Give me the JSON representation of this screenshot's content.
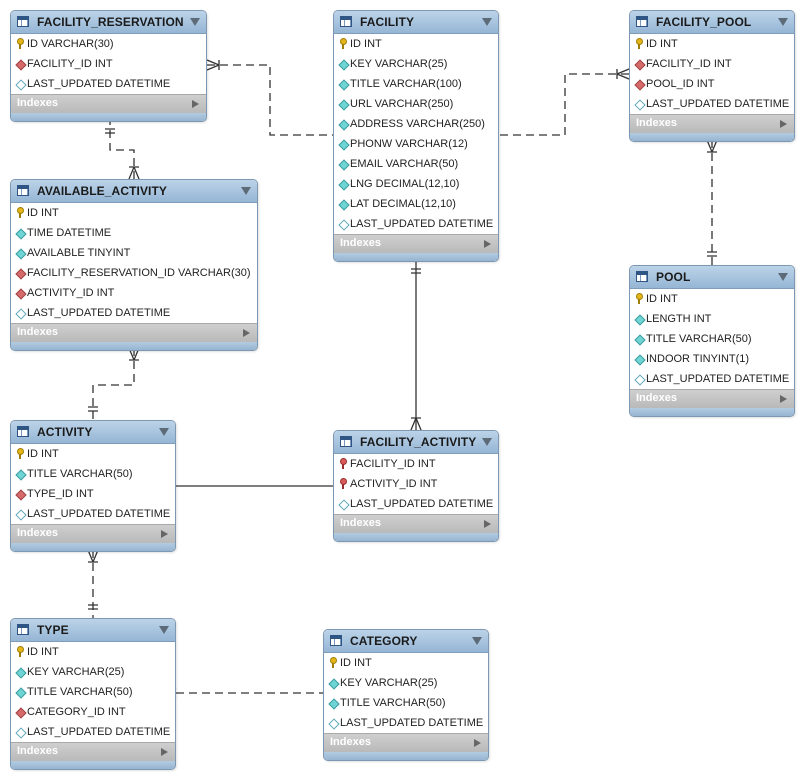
{
  "tables": [
    {
      "id": "facility_reservation",
      "title": "FACILITY_RESERVATION",
      "indexes_label": "Indexes",
      "columns": [
        {
          "label": "ID VARCHAR(30)",
          "icon": "pk"
        },
        {
          "label": "FACILITY_ID INT",
          "icon": "fk"
        },
        {
          "label": "LAST_UPDATED DATETIME",
          "icon": "col"
        }
      ]
    },
    {
      "id": "facility",
      "title": "FACILITY",
      "indexes_label": "Indexes",
      "columns": [
        {
          "label": "ID INT",
          "icon": "pk"
        },
        {
          "label": "KEY VARCHAR(25)",
          "icon": "nn"
        },
        {
          "label": "TITLE VARCHAR(100)",
          "icon": "nn"
        },
        {
          "label": "URL VARCHAR(250)",
          "icon": "nn"
        },
        {
          "label": "ADDRESS VARCHAR(250)",
          "icon": "nn"
        },
        {
          "label": "PHONW VARCHAR(12)",
          "icon": "nn"
        },
        {
          "label": "EMAIL VARCHAR(50)",
          "icon": "nn"
        },
        {
          "label": "LNG DECIMAL(12,10)",
          "icon": "nn"
        },
        {
          "label": "LAT DECIMAL(12,10)",
          "icon": "nn"
        },
        {
          "label": "LAST_UPDATED DATETIME",
          "icon": "col"
        }
      ]
    },
    {
      "id": "facility_pool",
      "title": "FACILITY_POOL",
      "indexes_label": "Indexes",
      "columns": [
        {
          "label": "ID INT",
          "icon": "pk"
        },
        {
          "label": "FACILITY_ID INT",
          "icon": "fk"
        },
        {
          "label": "POOL_ID INT",
          "icon": "fk"
        },
        {
          "label": "LAST_UPDATED DATETIME",
          "icon": "col"
        }
      ]
    },
    {
      "id": "available_activity",
      "title": "AVAILABLE_ACTIVITY",
      "indexes_label": "Indexes",
      "columns": [
        {
          "label": "ID INT",
          "icon": "pk"
        },
        {
          "label": "TIME DATETIME",
          "icon": "nn"
        },
        {
          "label": "AVAILABLE TINYINT",
          "icon": "nn"
        },
        {
          "label": "FACILITY_RESERVATION_ID VARCHAR(30)",
          "icon": "fk"
        },
        {
          "label": "ACTIVITY_ID INT",
          "icon": "fk"
        },
        {
          "label": "LAST_UPDATED DATETIME",
          "icon": "col"
        }
      ]
    },
    {
      "id": "pool",
      "title": "POOL",
      "indexes_label": "Indexes",
      "columns": [
        {
          "label": "ID INT",
          "icon": "pk"
        },
        {
          "label": "LENGTH INT",
          "icon": "nn"
        },
        {
          "label": "TITLE VARCHAR(50)",
          "icon": "nn"
        },
        {
          "label": "INDOOR TINYINT(1)",
          "icon": "nn"
        },
        {
          "label": "LAST_UPDATED DATETIME",
          "icon": "col"
        }
      ]
    },
    {
      "id": "activity",
      "title": "ACTIVITY",
      "indexes_label": "Indexes",
      "columns": [
        {
          "label": "ID INT",
          "icon": "pk"
        },
        {
          "label": "TITLE VARCHAR(50)",
          "icon": "nn"
        },
        {
          "label": "TYPE_ID INT",
          "icon": "fk"
        },
        {
          "label": "LAST_UPDATED DATETIME",
          "icon": "col"
        }
      ]
    },
    {
      "id": "facility_activity",
      "title": "FACILITY_ACTIVITY",
      "indexes_label": "Indexes",
      "columns": [
        {
          "label": "FACILITY_ID INT",
          "icon": "pkfk"
        },
        {
          "label": "ACTIVITY_ID INT",
          "icon": "pkfk"
        },
        {
          "label": "LAST_UPDATED DATETIME",
          "icon": "col"
        }
      ]
    },
    {
      "id": "type",
      "title": "TYPE",
      "indexes_label": "Indexes",
      "columns": [
        {
          "label": "ID INT",
          "icon": "pk"
        },
        {
          "label": "KEY VARCHAR(25)",
          "icon": "nn"
        },
        {
          "label": "TITLE VARCHAR(50)",
          "icon": "nn"
        },
        {
          "label": "CATEGORY_ID INT",
          "icon": "fk"
        },
        {
          "label": "LAST_UPDATED DATETIME",
          "icon": "col"
        }
      ]
    },
    {
      "id": "category",
      "title": "CATEGORY",
      "indexes_label": "Indexes",
      "columns": [
        {
          "label": "ID INT",
          "icon": "pk"
        },
        {
          "label": "KEY VARCHAR(25)",
          "icon": "nn"
        },
        {
          "label": "TITLE VARCHAR(50)",
          "icon": "nn"
        },
        {
          "label": "LAST_UPDATED DATETIME",
          "icon": "col"
        }
      ]
    }
  ],
  "relationships": [
    {
      "from": "facility_reservation",
      "to": "facility",
      "identifying": false
    },
    {
      "from": "available_activity",
      "to": "facility_reservation",
      "identifying": false
    },
    {
      "from": "facility_pool",
      "to": "facility",
      "identifying": false
    },
    {
      "from": "facility_pool",
      "to": "pool",
      "identifying": false
    },
    {
      "from": "available_activity",
      "to": "activity",
      "identifying": false
    },
    {
      "from": "facility_activity",
      "to": "facility",
      "identifying": true
    },
    {
      "from": "facility_activity",
      "to": "activity",
      "identifying": true
    },
    {
      "from": "activity",
      "to": "type",
      "identifying": false
    },
    {
      "from": "type",
      "to": "category",
      "identifying": false
    }
  ]
}
